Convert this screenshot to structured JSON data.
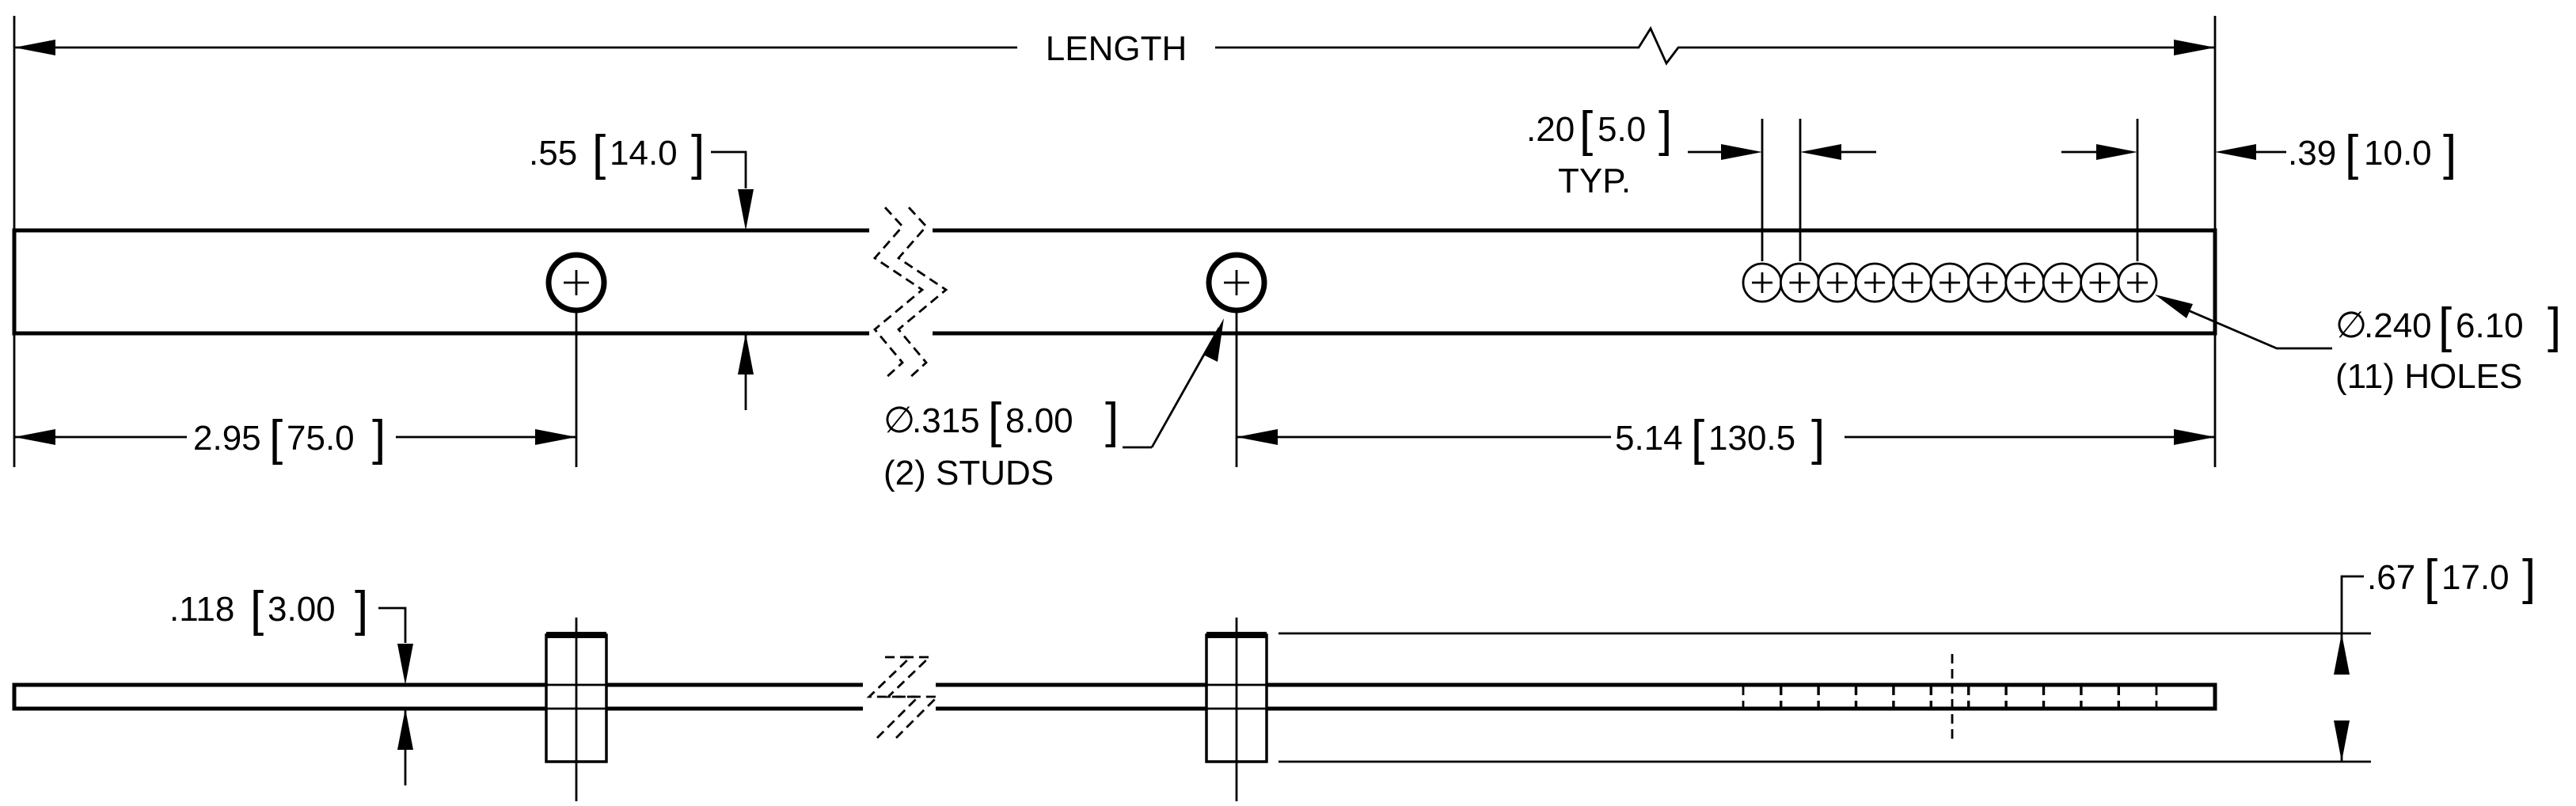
{
  "drawing": {
    "length_label": "LENGTH",
    "strip_width": {
      "in": ".55",
      "mm": "14.0"
    },
    "typ_pitch": {
      "in": ".20",
      "mm": "5.0",
      "note": "TYP."
    },
    "end_offset": {
      "in": ".39",
      "mm": "10.0"
    },
    "stud_offset": {
      "in": "2.95",
      "mm": "75.0"
    },
    "stud_to_end": {
      "in": "5.14",
      "mm": "130.5"
    },
    "stud_dia": {
      "symbol": "∅",
      "in": ".315",
      "mm": "8.00",
      "note": "(2) STUDS"
    },
    "hole_dia": {
      "symbol": "∅",
      "in": ".240",
      "mm": "6.10",
      "note": "(11) HOLES"
    },
    "thickness": {
      "in": ".118",
      "mm": "3.00"
    },
    "overall_height": {
      "in": ".67",
      "mm": "17.0"
    },
    "hole_count": 11,
    "stud_count": 2
  }
}
